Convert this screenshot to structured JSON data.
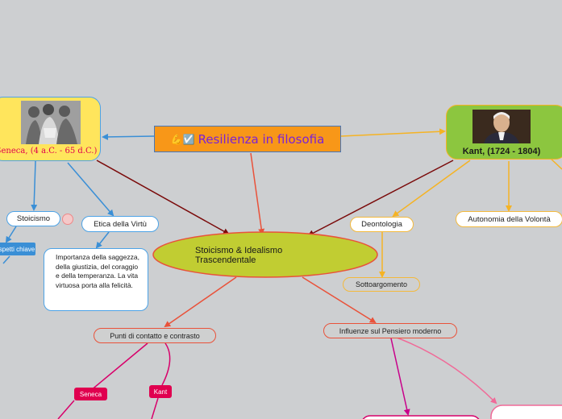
{
  "colors": {
    "background": "#cdcfd1",
    "central_fill": "#f89718",
    "central_text": "#7b22d6",
    "main_fill": "#c1cd32",
    "seneca_fill": "#ffe55c",
    "kant_fill": "#8cc63f",
    "blue_line": "#3a8fd6",
    "orange_line": "#f5b324",
    "dark_red_line": "#7a0a0a",
    "red_line": "#e9523a",
    "magenta_line": "#d8006a",
    "pink_line": "#f06a98"
  },
  "icons": [
    "flexed-biceps-emoji",
    "check-box-emoji",
    "seneca-portrait",
    "kant-portrait",
    "link-icon"
  ],
  "central": {
    "icon": "💪☑️",
    "title": "Resilienza in filosofia"
  },
  "seneca": {
    "caption": "Seneca, (4 a.C. - 65 d.C.)"
  },
  "kant": {
    "caption": "Kant, (1724 - 1804)"
  },
  "main_topic": {
    "line1": "Stoicismo & Idealismo",
    "line2": "Trascendentale"
  },
  "seneca_branch": {
    "stoicismo": "Stoicismo",
    "aspetti": "spetti chiave",
    "etica": "Etica della Virtù",
    "etica_note": "Importanza della saggezza, della giustizia, del coraggio e della temperanza. La vita virtuosa porta alla felicità."
  },
  "kant_branch": {
    "deontologia": "Deontologia",
    "sottoargomento": "Sottoargomento",
    "autonomia": "Autonomia della Volontà"
  },
  "lower": {
    "punti": "Punti di contatto e contrasto",
    "influenze": "Influenze sul Pensiero moderno",
    "tag_seneca": "Seneca",
    "tag_kant": "Kant"
  }
}
